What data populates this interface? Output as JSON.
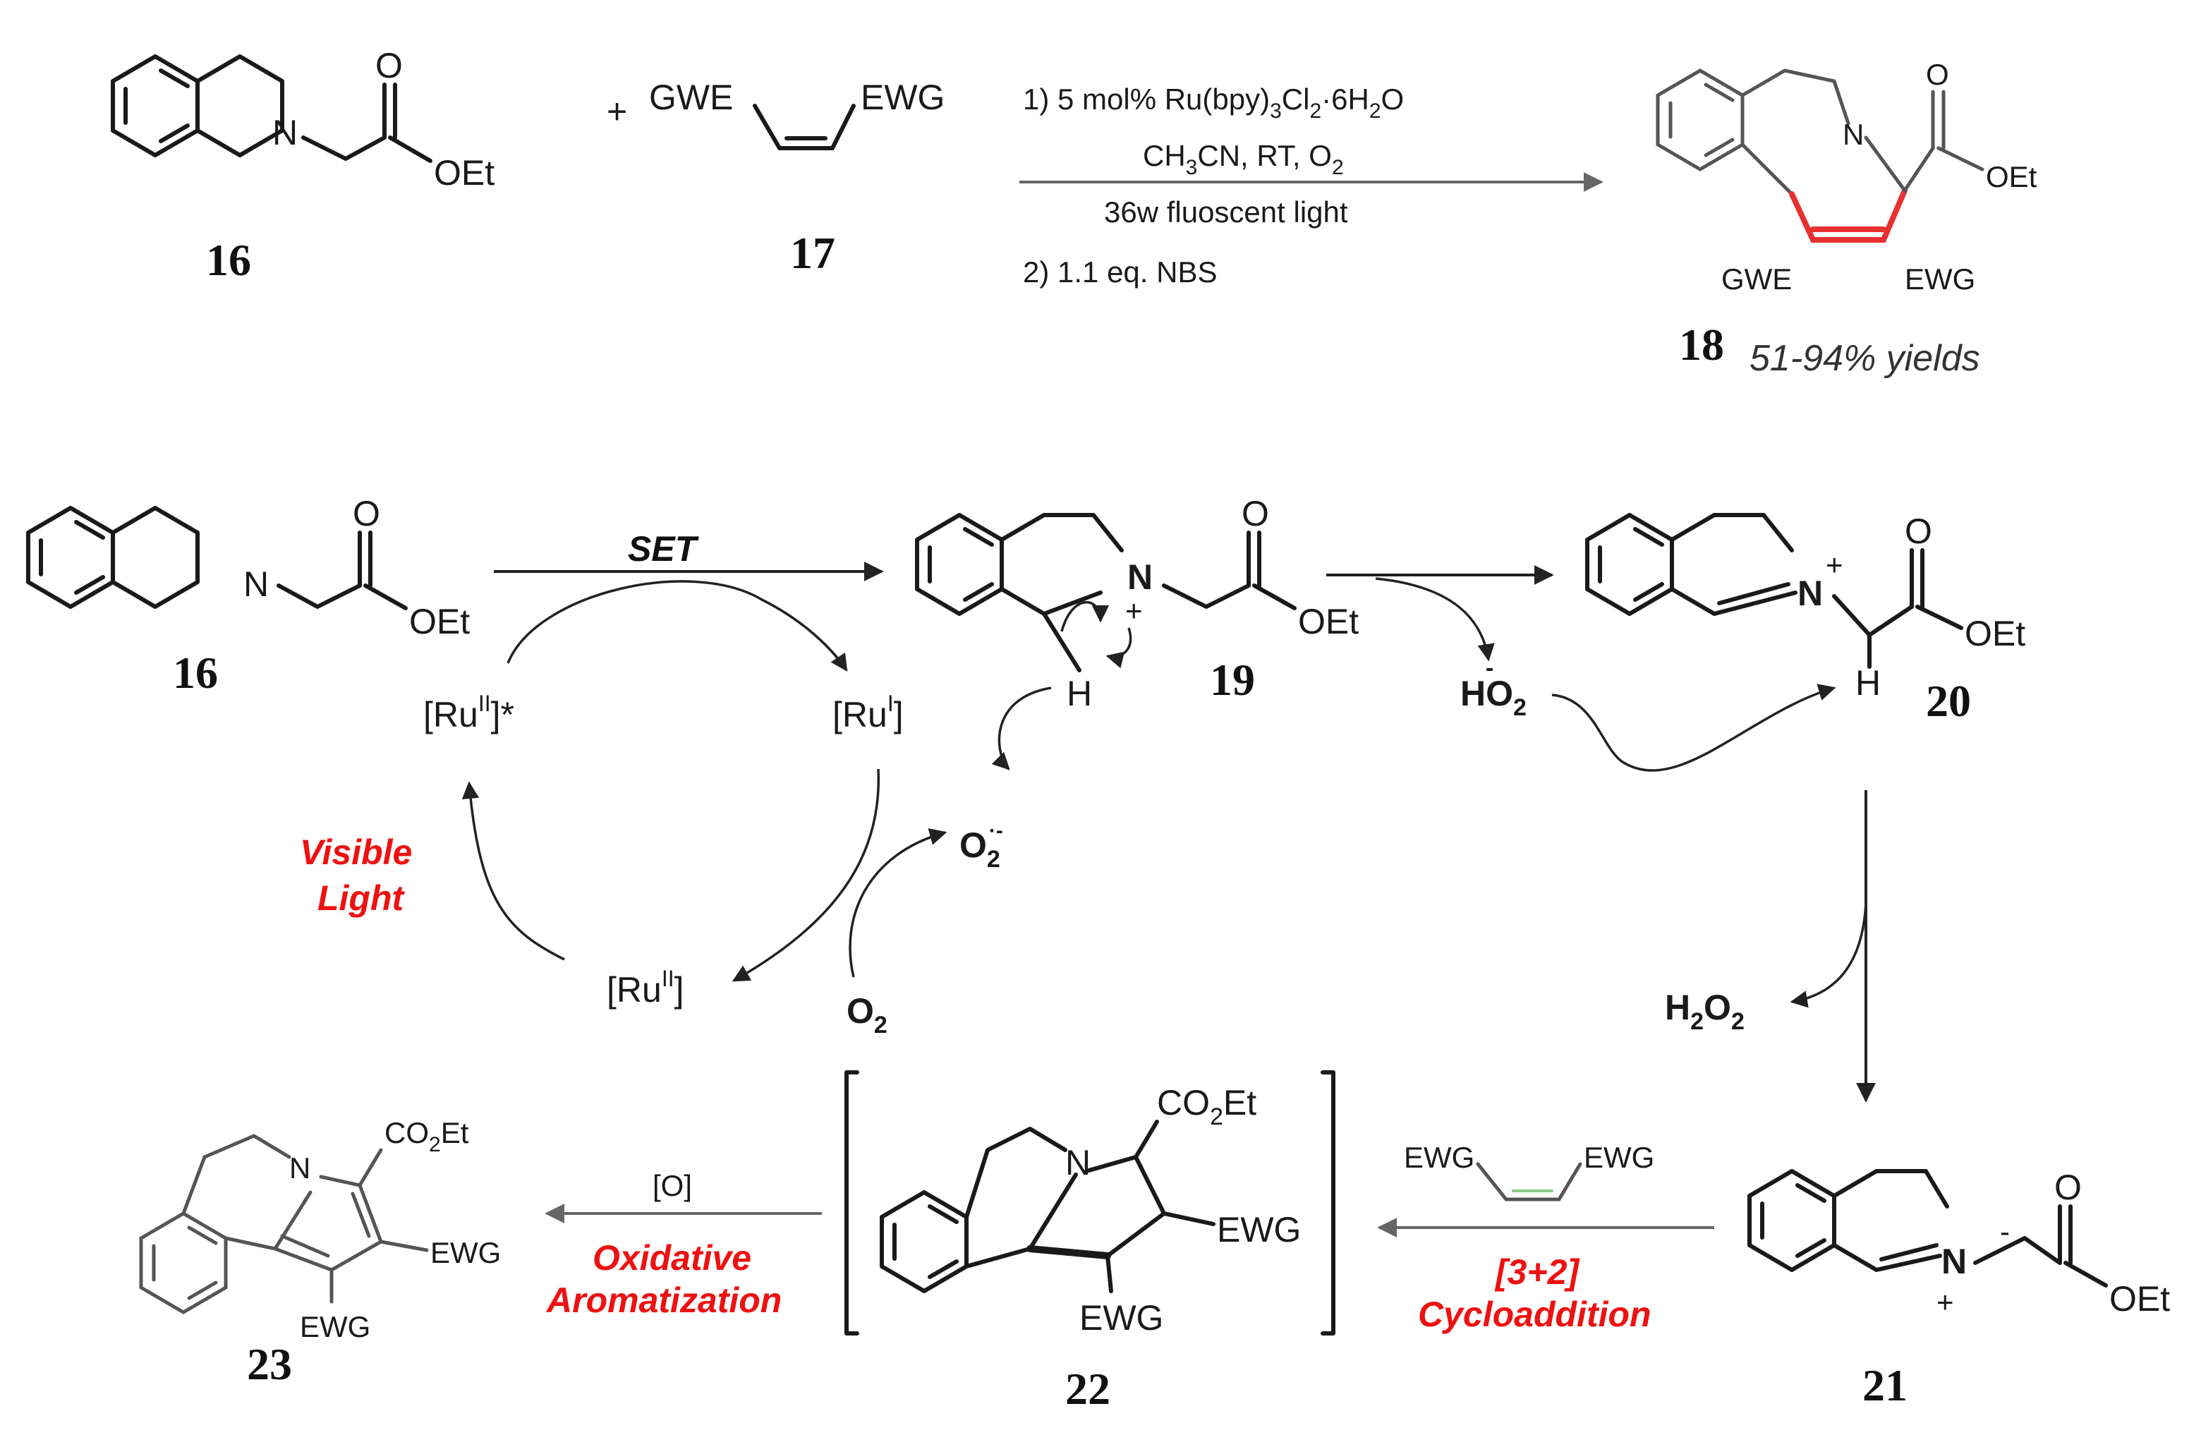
{
  "compounds": {
    "c16": "16",
    "c17": "17",
    "c18": "18",
    "c19": "19",
    "c20": "20",
    "c21": "21",
    "c22": "22",
    "c23": "23"
  },
  "groups": {
    "oet": "OEt",
    "gwe": "GWE",
    "ewg": "EWG",
    "n": "N",
    "o": "O",
    "h": "H",
    "co2et_pre": "CO",
    "co2et_sub": "2",
    "co2et_post": "Et"
  },
  "conditions": {
    "step1_prefix": "1) 5 mol% Ru(bpy)",
    "step1_sub1": "3",
    "step1_mid": "Cl",
    "step1_sub2": "2",
    "step1_suffix": "·6H",
    "step1_sub3": "2",
    "step1_end": "O",
    "solvent_prefix": "CH",
    "solvent_sub": "3",
    "solvent_mid": "CN, RT, O",
    "solvent_sub2": "2",
    "light": "36w fluoscent light",
    "step2": "2) 1.1 eq. NBS",
    "yield": "51-94% yields",
    "plus": "+"
  },
  "mechanism": {
    "set": "SET",
    "ru_excited_pre": "[Ru",
    "ru_excited_sup": "II",
    "ru_excited_post": "]*",
    "ru_one_pre": "[Ru",
    "ru_one_sup": "I",
    "ru_one_post": "]",
    "ru_two_pre": "[Ru",
    "ru_two_sup": "II",
    "ru_two_post": "]",
    "visible": "Visible",
    "light": "Light",
    "o2": "O",
    "o2_sub": "2",
    "superoxide": "O",
    "superoxide_sub": "2",
    "superoxide_sup": "·-",
    "ho2": "HO",
    "ho2_sub": "2",
    "ho2_sup": "-",
    "h2o2_a": "H",
    "h2o2_b": "2",
    "h2o2_c": "O",
    "h2o2_d": "2",
    "plus_charge": "+",
    "minus_charge": "-",
    "cycloaddition_a": "[3+2]",
    "cycloaddition_b": "Cycloaddition",
    "oxidant": "[O]",
    "oxidative": "Oxidative",
    "aromatization": "Aromatization"
  },
  "colors": {
    "accent_red": "#ee1111",
    "ink": "#1a1a1a"
  }
}
